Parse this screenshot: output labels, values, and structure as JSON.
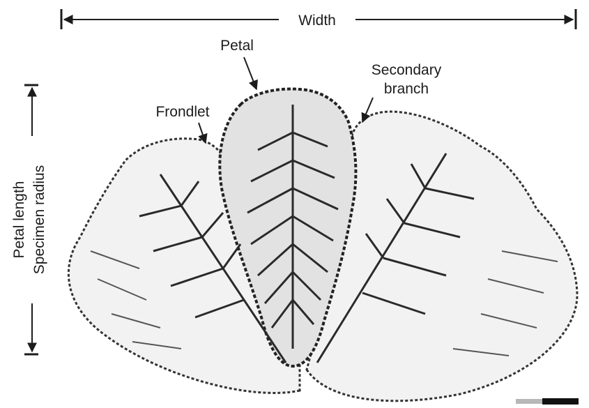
{
  "figure": {
    "labels": {
      "width": "Width",
      "petal": "Petal",
      "secondary_branch_line1": "Secondary",
      "secondary_branch_line2": "branch",
      "frondlet": "Frondlet",
      "vertical_line1": "Petal length",
      "vertical_line2": "Specimen radius"
    },
    "colors": {
      "ink": "#1c1c1c",
      "lobe_fill": "#f2f2f2",
      "petal_fill": "#e2e2e2",
      "scale_dark": "#111111",
      "scale_light": "#b8b8b8"
    }
  }
}
